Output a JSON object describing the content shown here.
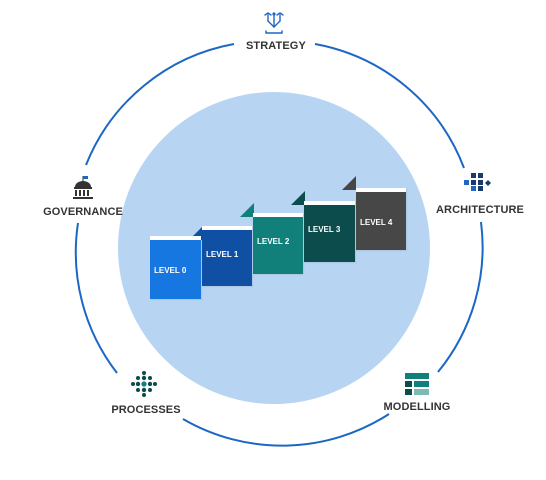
{
  "colors": {
    "ring": "#1d67c4",
    "disc": "#b7d5f3",
    "level0": "#1677e0",
    "level1": "#0f50a4",
    "level2": "#11807a",
    "level3": "#0c4c4c",
    "level4": "#474747"
  },
  "nodes": [
    {
      "key": "strategy",
      "label": "STRATEGY",
      "icon": "strategy-icon"
    },
    {
      "key": "architecture",
      "label": "ARCHITECTURE",
      "icon": "architecture-icon"
    },
    {
      "key": "modelling",
      "label": "MODELLING",
      "icon": "modelling-icon"
    },
    {
      "key": "processes",
      "label": "PROCESSES",
      "icon": "processes-icon"
    },
    {
      "key": "governance",
      "label": "GOVERNANCE",
      "icon": "governance-icon"
    }
  ],
  "levels": [
    {
      "label": "LEVEL 0"
    },
    {
      "label": "LEVEL 1"
    },
    {
      "label": "LEVEL 2"
    },
    {
      "label": "LEVEL 3"
    },
    {
      "label": "LEVEL 4"
    }
  ]
}
